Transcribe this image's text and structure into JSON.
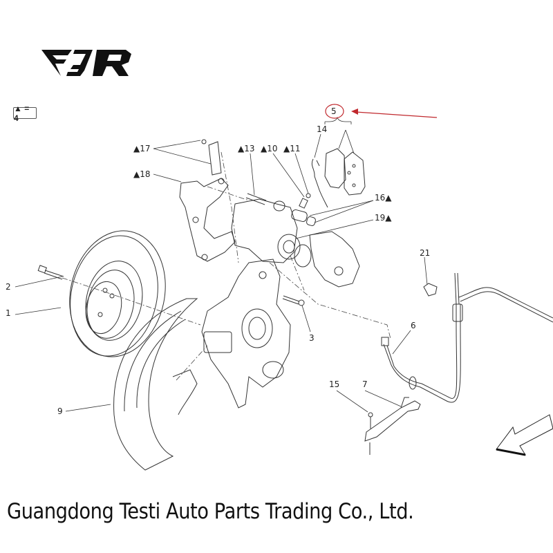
{
  "brand": {
    "logo_text": "EJR"
  },
  "legend": {
    "symbol": "▲",
    "text": "▲ = 4"
  },
  "highlight": {
    "callout": "5",
    "color": "#c0282d"
  },
  "labels": {
    "l1": "1",
    "l2": "2",
    "l3": "3",
    "l5": "5",
    "l6": "6",
    "l7": "7",
    "l9": "9",
    "l10": "▲10",
    "l11": "▲11",
    "l13": "▲13",
    "l14": "14",
    "l15": "15",
    "l16": "16▲",
    "l17": "▲17",
    "l18": "▲18",
    "l19": "19▲",
    "l21": "21"
  },
  "footer": {
    "company": "Guangdong Testi Auto Parts Trading Co., Ltd."
  }
}
